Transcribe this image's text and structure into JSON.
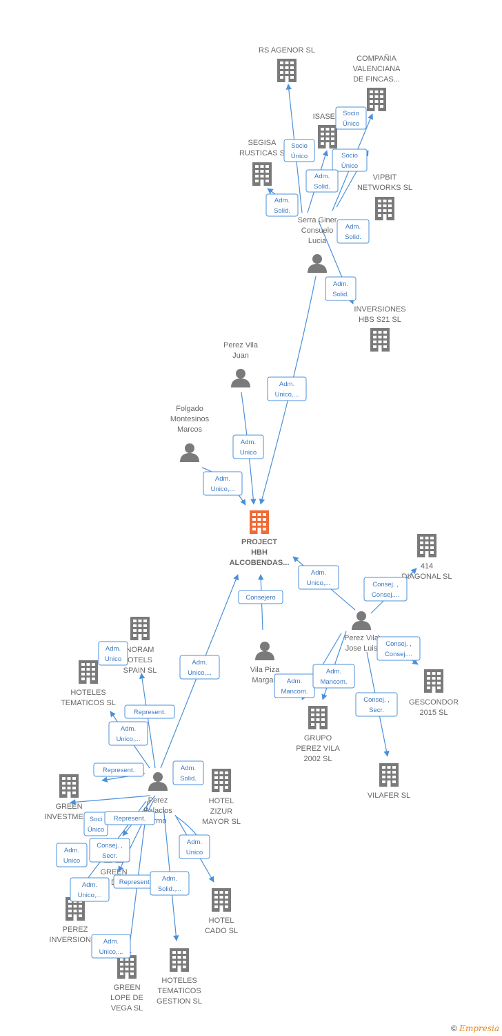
{
  "colors": {
    "node": "#7a7a7a",
    "main": "#f06a35",
    "edge": "#4a90d9"
  },
  "nodes": [
    {
      "id": "main",
      "kind": "company",
      "main": true,
      "label": [
        "PROJECT",
        "HBH",
        "ALCOBENDAS..."
      ]
    },
    {
      "id": "rsagenor",
      "kind": "company",
      "label": [
        "RS AGENOR SL"
      ]
    },
    {
      "id": "compania",
      "kind": "company",
      "label": [
        "COMPAÑIA",
        "VALENCIANA",
        "DE FINCAS..."
      ]
    },
    {
      "id": "isase",
      "kind": "company",
      "label": [
        "ISASE S"
      ]
    },
    {
      "id": "segisa",
      "kind": "company",
      "label": [
        "SEGISA",
        "RUSTICAS  S"
      ]
    },
    {
      "id": "vipbit",
      "kind": "company",
      "label": [
        "VIPBIT",
        "NETWORKS SL"
      ]
    },
    {
      "id": "serra",
      "kind": "person",
      "label": [
        "Serra Giner",
        "Consuelo",
        "Lucia"
      ]
    },
    {
      "id": "invhbs",
      "kind": "company",
      "label": [
        "INVERSIONES",
        "HBS S21  SL"
      ]
    },
    {
      "id": "pvjuan",
      "kind": "person",
      "label": [
        "Perez Vila",
        "Juan"
      ]
    },
    {
      "id": "folgado",
      "kind": "person",
      "label": [
        "Folgado",
        "Montesinos",
        "Marcos"
      ]
    },
    {
      "id": "diag414",
      "kind": "company",
      "label": [
        "414",
        "DIAGONAL  SL"
      ]
    },
    {
      "id": "pvjoseluis",
      "kind": "person",
      "label": [
        "Perez Vila",
        "Jose Luis"
      ]
    },
    {
      "id": "vilapiza",
      "kind": "person",
      "label": [
        "Vila Piza",
        "Margari"
      ]
    },
    {
      "id": "gescondor",
      "kind": "company",
      "label": [
        "GESCONDOR",
        "2015  SL"
      ]
    },
    {
      "id": "grupopv",
      "kind": "company",
      "label": [
        "GRUPO",
        "PEREZ VILA",
        "2002  SL"
      ]
    },
    {
      "id": "vilafer",
      "kind": "company",
      "label": [
        "VILAFER  SL"
      ]
    },
    {
      "id": "panoram",
      "kind": "company",
      "label": [
        "NORAM",
        "OTELS",
        "SPAIN  SL"
      ]
    },
    {
      "id": "hottem",
      "kind": "company",
      "label": [
        "HOTELES",
        "TEMATICOS SL"
      ]
    },
    {
      "id": "ppguillermo",
      "kind": "person",
      "label": [
        "Perez",
        "Palacios",
        "ermo"
      ]
    },
    {
      "id": "zizur",
      "kind": "company",
      "label": [
        "HOTEL",
        "ZIZUR",
        "MAYOR SL"
      ]
    },
    {
      "id": "greeninv",
      "kind": "company",
      "label": [
        "GREEN",
        "INVESTMENT"
      ]
    },
    {
      "id": "greend",
      "kind": "company",
      "label": [
        "GREEN",
        "D"
      ]
    },
    {
      "id": "perezinv",
      "kind": "company",
      "label": [
        "PEREZ",
        "INVERSIONES"
      ]
    },
    {
      "id": "hotcado",
      "kind": "company",
      "label": [
        "HOTEL",
        "CADO SL"
      ]
    },
    {
      "id": "hottemges",
      "kind": "company",
      "label": [
        "HOTELES",
        "TEMATICOS",
        "GESTION  SL"
      ]
    },
    {
      "id": "greenlope",
      "kind": "company",
      "label": [
        "GREEN",
        "LOPE DE",
        "VEGA SL"
      ]
    }
  ],
  "relations": [
    {
      "id": "r1",
      "lines": [
        "Socio",
        "Único"
      ]
    },
    {
      "id": "r2",
      "lines": [
        "Socio",
        "Único"
      ]
    },
    {
      "id": "r3",
      "lines": [
        "Socio",
        "Único"
      ]
    },
    {
      "id": "r4",
      "lines": [
        "Adm.",
        "Solid."
      ]
    },
    {
      "id": "r5",
      "lines": [
        "Adm.",
        "Solid."
      ]
    },
    {
      "id": "r6",
      "lines": [
        "Adm.",
        "Solid."
      ]
    },
    {
      "id": "r7",
      "lines": [
        "Adm.",
        "Solid."
      ]
    },
    {
      "id": "r8",
      "lines": [
        "Adm.",
        "Unico,..."
      ]
    },
    {
      "id": "r9",
      "lines": [
        "Adm.",
        "Unico"
      ]
    },
    {
      "id": "r10",
      "lines": [
        "Adm.",
        "Unico,..."
      ]
    },
    {
      "id": "r11",
      "lines": [
        "Adm.",
        "Unico,..."
      ]
    },
    {
      "id": "r12",
      "lines": [
        "Consej. ,",
        "Consej...."
      ]
    },
    {
      "id": "r13",
      "lines": [
        "Consejero"
      ]
    },
    {
      "id": "r14",
      "lines": [
        "Consej. ,",
        "Consej...."
      ]
    },
    {
      "id": "r15",
      "lines": [
        "Adm.",
        "Mancom."
      ]
    },
    {
      "id": "r16",
      "lines": [
        "Adm.",
        "Mancom."
      ]
    },
    {
      "id": "r17",
      "lines": [
        "Consej. ,",
        "Secr."
      ]
    },
    {
      "id": "r18",
      "lines": [
        "Adm.",
        "Unico"
      ]
    },
    {
      "id": "r19",
      "lines": [
        "Adm.",
        "Unico,..."
      ]
    },
    {
      "id": "r20",
      "lines": [
        "Represent."
      ]
    },
    {
      "id": "r21",
      "lines": [
        "Adm.",
        "Unico,..."
      ]
    },
    {
      "id": "r22",
      "lines": [
        "Represent."
      ]
    },
    {
      "id": "r23",
      "lines": [
        "Adm.",
        "Solid."
      ]
    },
    {
      "id": "r24",
      "lines": [
        "Soci",
        "Único"
      ]
    },
    {
      "id": "r25",
      "lines": [
        "Represent."
      ]
    },
    {
      "id": "r26",
      "lines": [
        "Consej. ,",
        "Secr."
      ]
    },
    {
      "id": "r27",
      "lines": [
        "Adm.",
        "Unico"
      ]
    },
    {
      "id": "r28",
      "lines": [
        "Adm.",
        "Unico"
      ]
    },
    {
      "id": "r29",
      "lines": [
        "Represent."
      ]
    },
    {
      "id": "r30",
      "lines": [
        "Adm.",
        "Solid.,..."
      ]
    },
    {
      "id": "r31",
      "lines": [
        "Adm.",
        "Unico,..."
      ]
    },
    {
      "id": "r32",
      "lines": [
        "Adm.",
        "Unico,..."
      ]
    }
  ],
  "footer": {
    "copyright": "©",
    "brand_initial": "E",
    "brand_rest": "mpresia"
  }
}
